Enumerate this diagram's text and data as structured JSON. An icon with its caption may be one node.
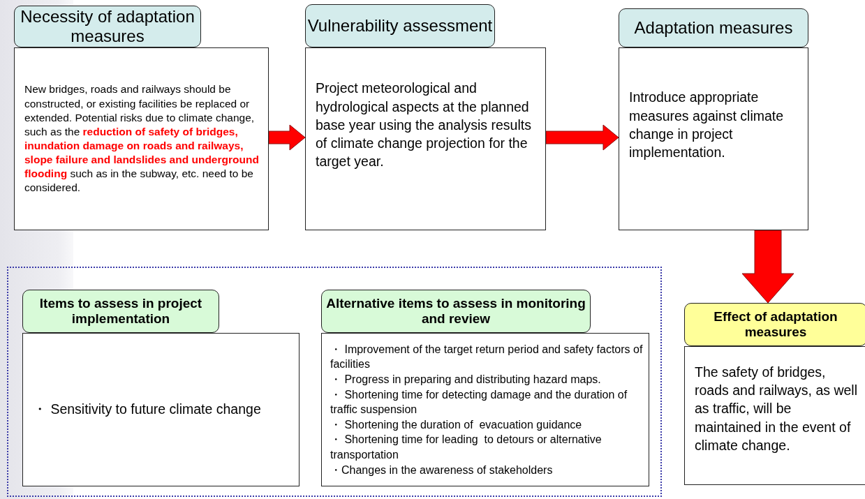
{
  "diagram": {
    "nodes": [
      {
        "text": [
          "Necessity of adaptation measures",
          "New bridges, roads and railways should be constructed, or existing facilities be replaced or extended. Potential risks due to climate change, such as the **reduction of safety of bridges, inundation damage on roads and railways, slope failure and landslides and underground flooding** such as in the subway, etc. need to be considered."
        ]
      },
      {
        "text": [
          "Vulnerability assessment",
          "Project meteorological and hydrological aspects at the planned base year using the analysis results of climate change projection for the target year."
        ]
      },
      {
        "text": [
          "Adaptation measures",
          "Introduce appropriate measures against climate change in project implementation."
        ]
      },
      {
        "text": [],
        "shape": "box"
      },
      {
        "text": [
          "Items to assess in project implementation",
          "・ Sensitivity to future climate change"
        ],
        "in": 3
      },
      {
        "text": [
          "Alternative items to assess in monitoring and review",
          "・ Improvement of the target return period and safety factors of facilities",
          "・ Progress in preparing and distributing hazard maps.",
          "・ Shortening time for detecting damage and the duration of traffic suspension",
          "・ Shortening the duration of  evacuation guidance",
          "・ Shortening time for leading  to detours or alternative transportation",
          "・Changes in the awareness of stakeholders"
        ],
        "in": 3
      },
      {
        "text": [
          "Effect of adaptation measures",
          "The safety of bridges, roads and railways, as well as traffic, will be maintained in the event of climate change."
        ]
      }
    ],
    "edges": [
      {
        "from": 0,
        "to": 1,
        "arrow": "to",
        "style": "thick",
        "color": "#ff0000"
      },
      {
        "from": 1,
        "to": 2,
        "arrow": "to",
        "style": "thick",
        "color": "#ff0000"
      },
      {
        "from": 2,
        "to": 6,
        "arrow": "to",
        "style": "thick",
        "color": "#ff0000"
      }
    ]
  }
}
